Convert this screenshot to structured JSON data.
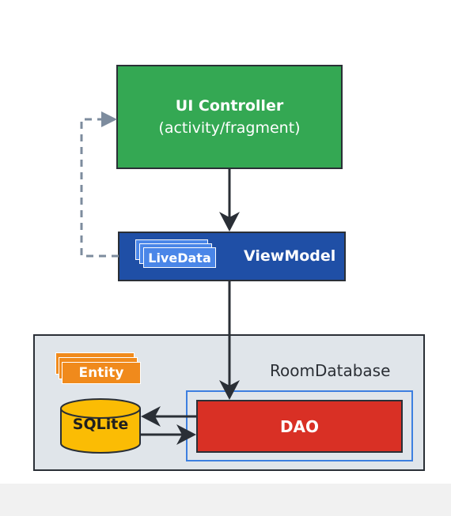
{
  "ui_controller": {
    "title": "UI Controller",
    "subtitle": "(activity/fragment)"
  },
  "viewmodel": {
    "label": "ViewModel",
    "livedata": "LiveData"
  },
  "room_database": {
    "label": "RoomDatabase",
    "entity": "Entity",
    "sqlite": "SQLite",
    "dao": "DAO"
  },
  "colors": {
    "ui_controller": "#34a853",
    "viewmodel": "#1f4fa6",
    "livedata": "#4a86e8",
    "room_database_bg": "#e0e5ea",
    "entity": "#f08a1c",
    "sqlite": "#fbbc04",
    "dao": "#d93025",
    "dao_outline": "#3d7fe0",
    "dashed_arrow": "#7d8c9e",
    "arrow": "#2a2f36"
  }
}
